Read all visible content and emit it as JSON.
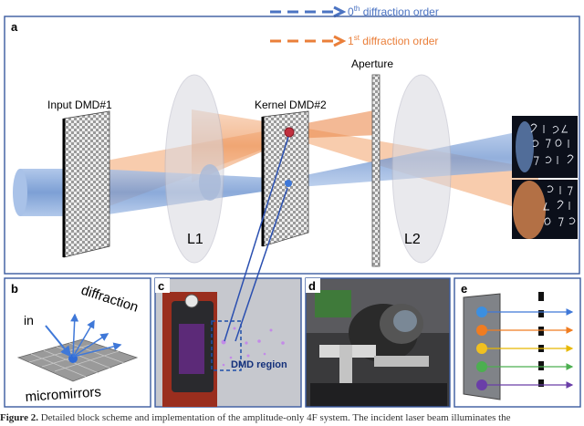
{
  "legend": {
    "zeroth": {
      "prefix": "0",
      "sup": "th",
      "suffix": " diffraction order",
      "color": "#4b73c2"
    },
    "first": {
      "prefix": "1",
      "sup": "st",
      "suffix": " diffraction order",
      "color": "#ea7f3a"
    }
  },
  "panel_a": {
    "tag": "a",
    "input_dmd": "Input  DMD#1",
    "kernel_dmd": "Kernel  DMD#2",
    "aperture": "Aperture",
    "lens1": "L1",
    "lens2": "L2"
  },
  "panel_b": {
    "tag": "b",
    "in": "in",
    "diffraction": "diffraction",
    "micromirrors": "micromirrors"
  },
  "panel_c": {
    "tag": "c",
    "region": "DMD region"
  },
  "panel_d": {
    "tag": "d"
  },
  "panel_e": {
    "tag": "e",
    "dot_colors": [
      "#3c8fe0",
      "#f07c20",
      "#f0c020",
      "#4caf50",
      "#6a3ea8"
    ]
  },
  "caption": {
    "label": "Figure 2.",
    "text": " Detailed block scheme and implementation of the amplitude-only 4F system. The incident laser beam illuminates the"
  },
  "colors": {
    "blue_beam": "#7fa4d8",
    "orange_beam": "#f2a36a",
    "border": "#3a5aa0"
  }
}
